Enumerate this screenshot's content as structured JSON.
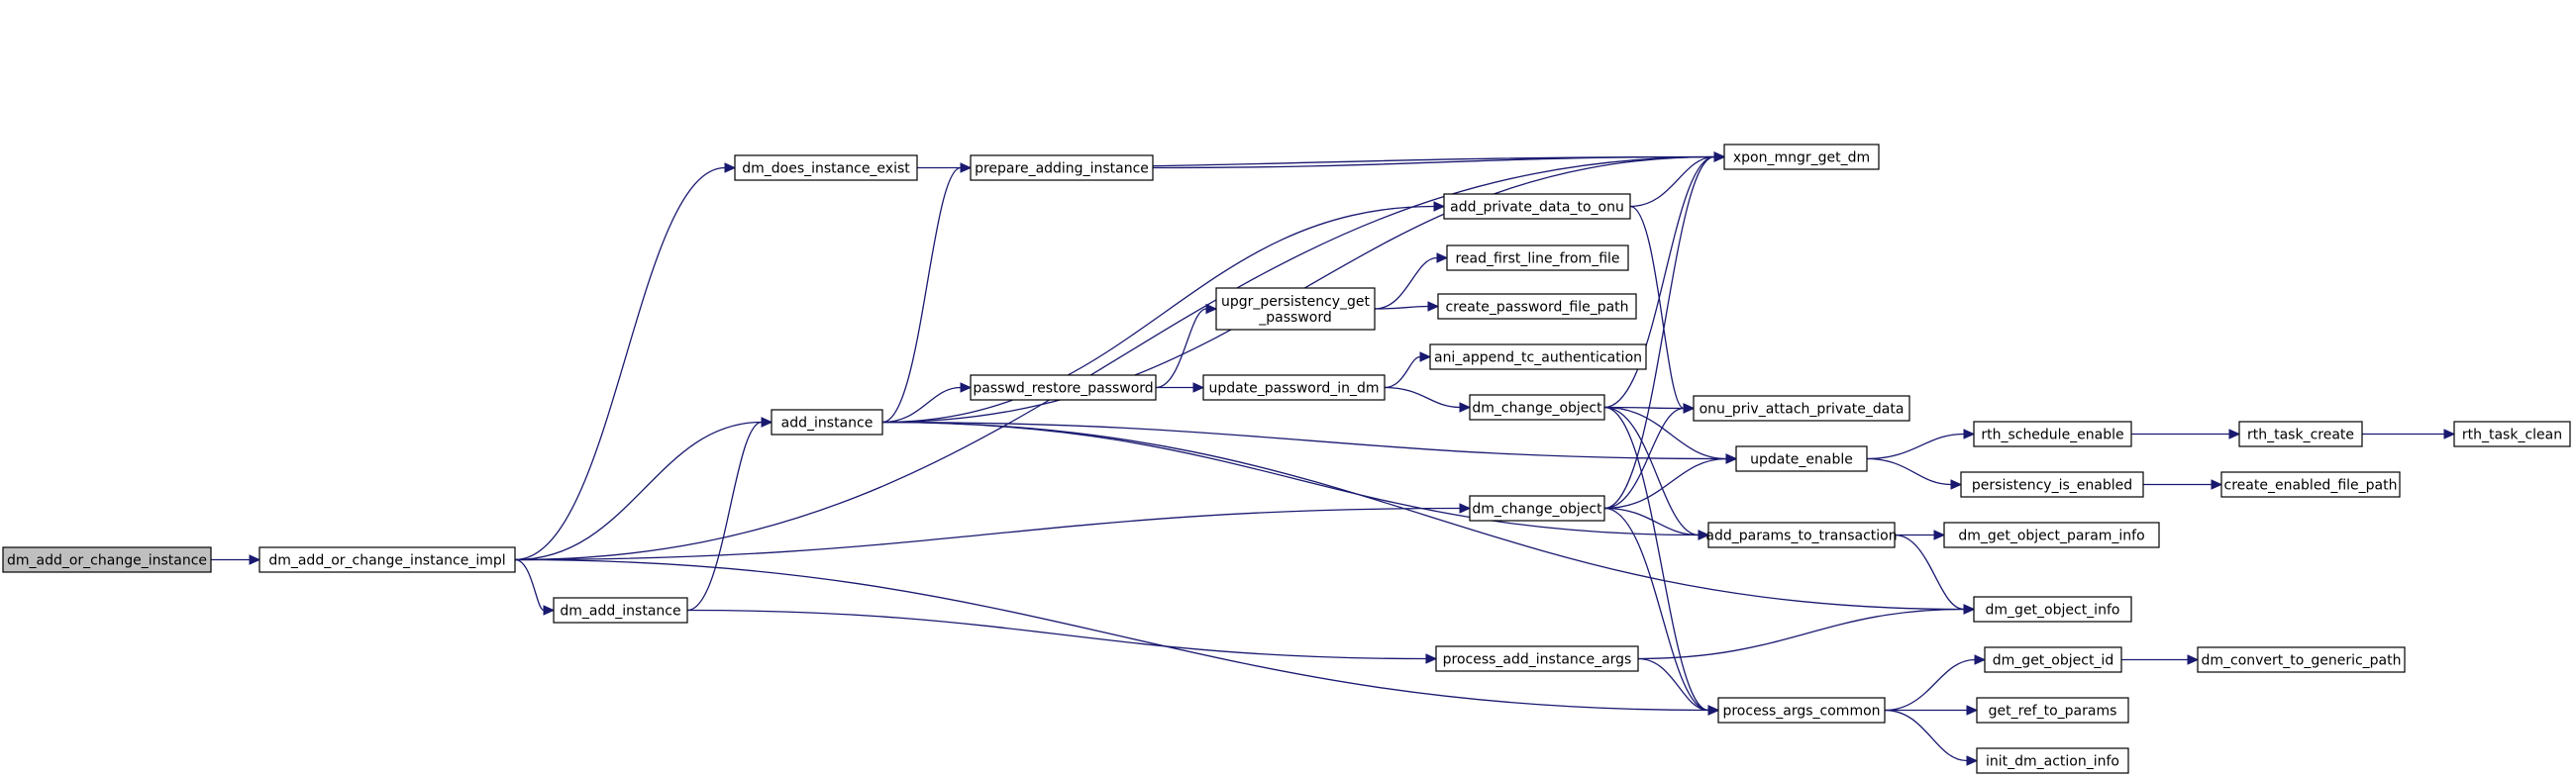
{
  "colors": {
    "edge": "#191970",
    "root_fill": "#bfbfbf",
    "node_fill": "#ffffff",
    "node_border": "#000000"
  },
  "nodes": [
    {
      "id": "root",
      "lines": [
        "dm_add_or_change_instance"
      ],
      "root": true
    },
    {
      "id": "impl",
      "lines": [
        "dm_add_or_change_instance_impl"
      ]
    },
    {
      "id": "exist",
      "lines": [
        "dm_does_instance_exist"
      ]
    },
    {
      "id": "addinst",
      "lines": [
        "add_instance"
      ]
    },
    {
      "id": "dmadd",
      "lines": [
        "dm_add_instance"
      ]
    },
    {
      "id": "prep",
      "lines": [
        "prepare_adding_instance"
      ]
    },
    {
      "id": "passwd",
      "lines": [
        "passwd_restore_password"
      ]
    },
    {
      "id": "upgr",
      "lines": [
        "upgr_persistency_get",
        "_password"
      ]
    },
    {
      "id": "updpw",
      "lines": [
        "update_password_in_dm"
      ]
    },
    {
      "id": "addpriv",
      "lines": [
        "add_private_data_to_onu"
      ]
    },
    {
      "id": "readfirst",
      "lines": [
        "read_first_line_from_file"
      ]
    },
    {
      "id": "createpw",
      "lines": [
        "create_password_file_path"
      ]
    },
    {
      "id": "aniappend",
      "lines": [
        "ani_append_tc_authentication"
      ]
    },
    {
      "id": "chg1",
      "lines": [
        "dm_change_object"
      ]
    },
    {
      "id": "chg2",
      "lines": [
        "dm_change_object"
      ]
    },
    {
      "id": "procadd",
      "lines": [
        "process_add_instance_args"
      ]
    },
    {
      "id": "xpon",
      "lines": [
        "xpon_mngr_get_dm"
      ]
    },
    {
      "id": "onupriv",
      "lines": [
        "onu_priv_attach_private_data"
      ]
    },
    {
      "id": "updenable",
      "lines": [
        "update_enable"
      ]
    },
    {
      "id": "addparams",
      "lines": [
        "add_params_to_transaction"
      ]
    },
    {
      "id": "procargs",
      "lines": [
        "process_args_common"
      ]
    },
    {
      "id": "rthsched",
      "lines": [
        "rth_schedule_enable"
      ]
    },
    {
      "id": "persist",
      "lines": [
        "persistency_is_enabled"
      ]
    },
    {
      "id": "paraminfo",
      "lines": [
        "dm_get_object_param_info"
      ]
    },
    {
      "id": "objinfo",
      "lines": [
        "dm_get_object_info"
      ]
    },
    {
      "id": "objid",
      "lines": [
        "dm_get_object_id"
      ]
    },
    {
      "id": "getref",
      "lines": [
        "get_ref_to_params"
      ]
    },
    {
      "id": "initdm",
      "lines": [
        "init_dm_action_info"
      ]
    },
    {
      "id": "rthcreate",
      "lines": [
        "rth_task_create"
      ]
    },
    {
      "id": "createen",
      "lines": [
        "create_enabled_file_path"
      ]
    },
    {
      "id": "convgen",
      "lines": [
        "dm_convert_to_generic_path"
      ]
    },
    {
      "id": "rthclean",
      "lines": [
        "rth_task_clean"
      ]
    }
  ],
  "edges": [
    [
      "root",
      "impl"
    ],
    [
      "impl",
      "xpon"
    ],
    [
      "impl",
      "exist"
    ],
    [
      "impl",
      "addinst"
    ],
    [
      "impl",
      "dmadd"
    ],
    [
      "impl",
      "chg2"
    ],
    [
      "impl",
      "procargs"
    ],
    [
      "exist",
      "xpon"
    ],
    [
      "addinst",
      "xpon"
    ],
    [
      "addinst",
      "prep"
    ],
    [
      "addinst",
      "addpriv"
    ],
    [
      "addinst",
      "passwd"
    ],
    [
      "addinst",
      "updenable"
    ],
    [
      "addinst",
      "addparams"
    ],
    [
      "addinst",
      "objinfo"
    ],
    [
      "dmadd",
      "addinst"
    ],
    [
      "dmadd",
      "procadd"
    ],
    [
      "prep",
      "xpon"
    ],
    [
      "passwd",
      "upgr"
    ],
    [
      "passwd",
      "updpw"
    ],
    [
      "upgr",
      "readfirst"
    ],
    [
      "upgr",
      "createpw"
    ],
    [
      "updpw",
      "aniappend"
    ],
    [
      "updpw",
      "chg1"
    ],
    [
      "addpriv",
      "xpon"
    ],
    [
      "addpriv",
      "onupriv"
    ],
    [
      "chg1",
      "xpon"
    ],
    [
      "chg1",
      "onupriv"
    ],
    [
      "chg1",
      "updenable"
    ],
    [
      "chg1",
      "addparams"
    ],
    [
      "chg1",
      "procargs"
    ],
    [
      "chg2",
      "xpon"
    ],
    [
      "chg2",
      "onupriv"
    ],
    [
      "chg2",
      "updenable"
    ],
    [
      "chg2",
      "addparams"
    ],
    [
      "chg2",
      "procargs"
    ],
    [
      "procadd",
      "objinfo"
    ],
    [
      "procadd",
      "procargs"
    ],
    [
      "updenable",
      "rthsched"
    ],
    [
      "updenable",
      "persist"
    ],
    [
      "addparams",
      "paraminfo"
    ],
    [
      "addparams",
      "objinfo"
    ],
    [
      "procargs",
      "objid"
    ],
    [
      "procargs",
      "getref"
    ],
    [
      "procargs",
      "initdm"
    ],
    [
      "rthsched",
      "rthcreate"
    ],
    [
      "rthcreate",
      "rthclean"
    ],
    [
      "persist",
      "createen"
    ],
    [
      "objid",
      "convgen"
    ]
  ]
}
